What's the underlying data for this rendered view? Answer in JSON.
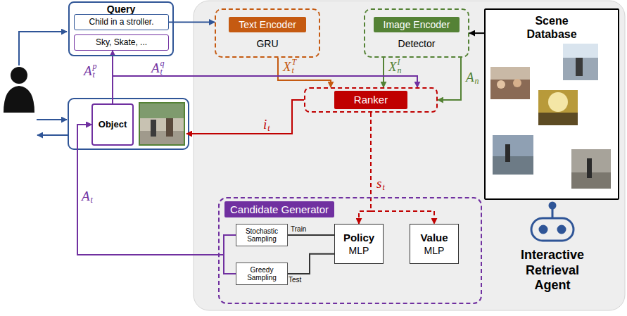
{
  "diagram": {
    "nodes": [
      {
        "text": [
          "Query"
        ]
      },
      {
        "text": [
          "Child in a stroller."
        ],
        "in": 0
      },
      {
        "text": [
          "Sky, Skate, ..."
        ],
        "in": 0
      },
      {
        "text": [
          "Object"
        ]
      },
      {
        "text": [
          "Interactive Retrieval Agent"
        ]
      },
      {
        "text": [
          "Text Encoder",
          "GRU"
        ],
        "in": 4
      },
      {
        "text": [
          "Image Encoder",
          "Detector"
        ],
        "in": 4
      },
      {
        "text": [
          "Scene Database"
        ],
        "in": 4
      },
      {
        "text": [
          "Ranker"
        ],
        "in": 4
      },
      {
        "text": [
          "Candidate Generator"
        ],
        "in": 4
      },
      {
        "text": [
          "Stochastic Sampling"
        ],
        "in": 9
      },
      {
        "text": [
          "Greedy Sampling"
        ],
        "in": 9
      },
      {
        "text": [
          "Policy",
          "MLP"
        ],
        "in": 9
      },
      {
        "text": [
          "Value",
          "MLP"
        ],
        "in": 9
      }
    ],
    "edges": [
      {
        "from": 1,
        "to": 5,
        "arrow": "to"
      },
      {
        "from": 5,
        "to": 8,
        "arrow": "to"
      },
      {
        "from": 6,
        "to": 8,
        "arrow": "to"
      },
      {
        "from": 6,
        "to": 8,
        "arrow": "to"
      },
      {
        "from": 7,
        "to": 6,
        "arrow": "to"
      },
      {
        "from": 8,
        "to": 12,
        "arrow": "to"
      },
      {
        "from": 8,
        "to": 13,
        "arrow": "to"
      },
      {
        "from": 3,
        "to": 2,
        "arrow": "to"
      },
      {
        "from": 3,
        "to": 8,
        "arrow": "to"
      },
      {
        "from": 10,
        "to": 3,
        "arrow": "to"
      },
      {
        "from": 11,
        "to": 3,
        "arrow": "to"
      },
      {
        "from": 12,
        "to": 10,
        "label": "Train",
        "arrow": "none"
      },
      {
        "from": 12,
        "to": 11,
        "label": "Test",
        "arrow": "none"
      }
    ],
    "labels": [
      "A",
      "t",
      "p",
      "A",
      "t",
      "q",
      "X",
      "t",
      "T",
      "X",
      "n",
      "I",
      "A",
      "n",
      "i",
      "t",
      "s",
      "t",
      "A",
      "t"
    ]
  }
}
